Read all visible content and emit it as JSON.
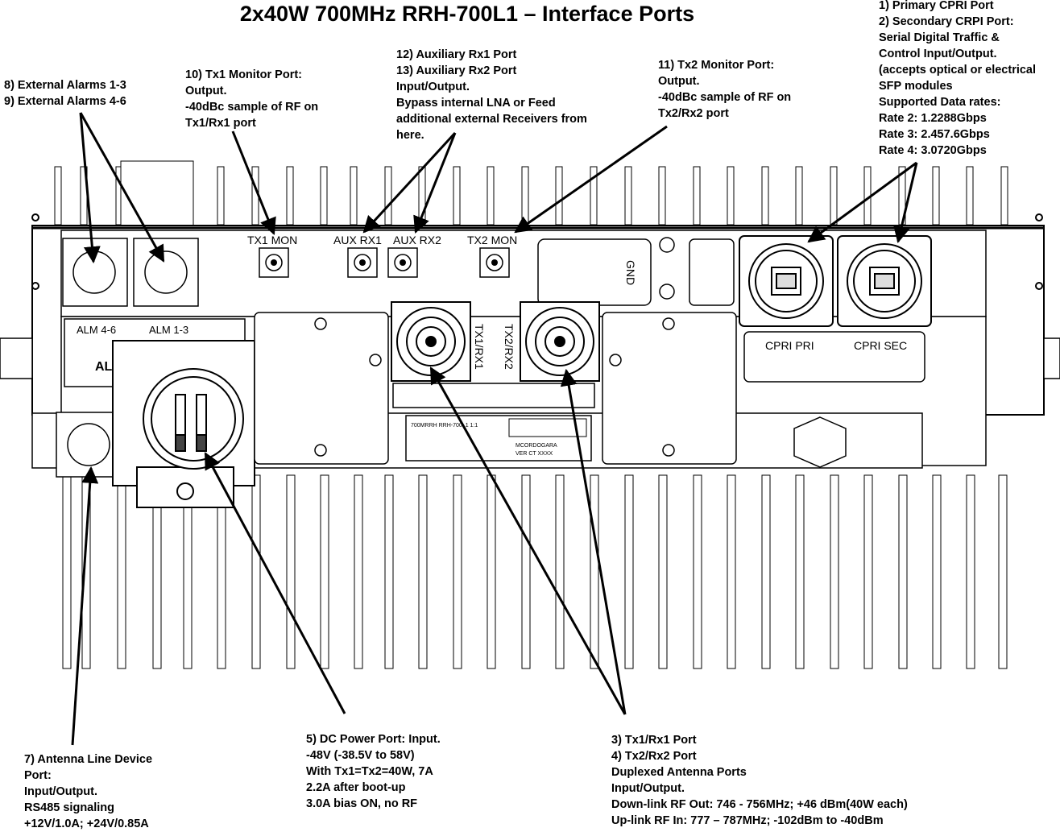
{
  "title": "2x40W 700MHz RRH-700L1 – Interface Ports",
  "callouts": {
    "cpri": [
      "1) Primary CPRI Port",
      "2) Secondary CRPI Port:",
      "Serial Digital Traffic &",
      "Control Input/Output.",
      "(accepts optical or electrical",
      "SFP modules",
      "Supported Data rates:",
      "Rate 2: 1.2288Gbps",
      "Rate 3:  2.457.6Gbps",
      "Rate 4:  3.0720Gbps"
    ],
    "alarms": [
      "8) External Alarms 1-3",
      "9) External Alarms 4-6"
    ],
    "tx1mon": [
      "10) Tx1 Monitor Port:",
      "Output.",
      "-40dBc sample of RF on",
      "Tx1/Rx1 port"
    ],
    "aux": [
      "12) Auxiliary Rx1 Port",
      "13) Auxiliary Rx2 Port",
      "Input/Output.",
      "Bypass internal LNA or Feed",
      "additional external Receivers from",
      "here."
    ],
    "tx2mon": [
      "11) Tx2 Monitor Port:",
      "Output.",
      "-40dBc sample of RF on",
      "Tx2/Rx2 port"
    ],
    "ald": [
      "7) Antenna Line Device",
      "Port:",
      "Input/Output.",
      "RS485 signaling",
      "+12V/1.0A; +24V/0.85A"
    ],
    "dc": [
      "5) DC Power Port: Input.",
      "-48V (-38.5V to 58V)",
      "With Tx1=Tx2=40W, 7A",
      "2.2A after boot-up",
      "3.0A bias ON, no RF"
    ],
    "antenna": [
      "3) Tx1/Rx1 Port",
      "4) Tx2/Rx2 Port",
      "Duplexed Antenna Ports",
      "Input/Output.",
      "Down-link RF Out: 746 - 756MHz;  +46 dBm(40W each)",
      "Up-link RF In: 777 – 787MHz;  -102dBm to -40dBm"
    ]
  },
  "panel_labels": {
    "tx1_mon": "TX1 MON",
    "aux_rx1": "AUX RX1",
    "aux_rx2": "AUX RX2",
    "tx2_mon": "TX2 MON",
    "gnd": "GND",
    "cpri_pri": "CPRI  PRI",
    "cpri_sec": "CPRI  SEC",
    "alm_46": "ALM 4-6",
    "alm_13": "ALM 1-3",
    "alm_partial": "AL",
    "tx1_rx1": "TX1/RX1",
    "tx2_rx2": "TX2/RX2",
    "plate_line1": "700MRRH  RRH-700L1 1:1",
    "plate_line2": "MCORDOGARA",
    "plate_line3": "VER CT XXXX"
  }
}
